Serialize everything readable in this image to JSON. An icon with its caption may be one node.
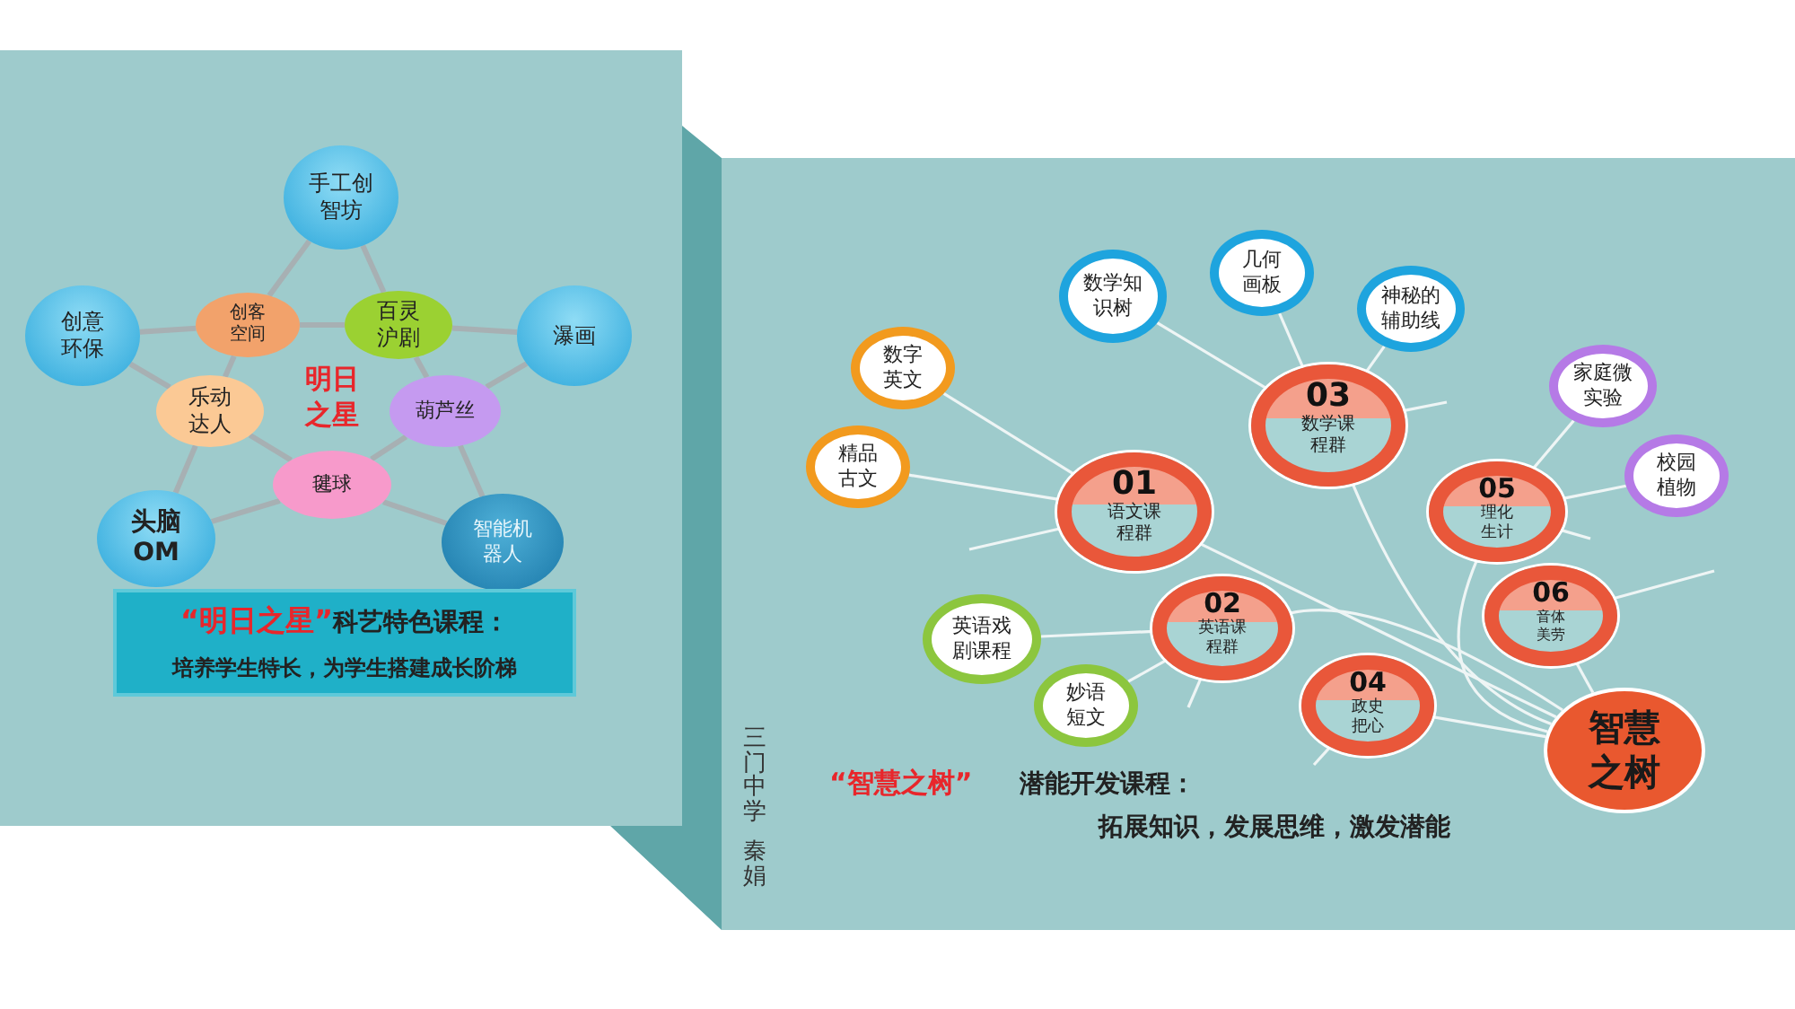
{
  "diagram": {
    "nodes": [
      {
        "text": [
          "手工创智坊"
        ]
      },
      {
        "text": [
          "创意环保"
        ]
      },
      {
        "text": [
          "创客空间"
        ]
      },
      {
        "text": [
          "百灵沪剧"
        ]
      },
      {
        "text": [
          "瀑画"
        ]
      },
      {
        "text": [
          "乐动达人"
        ]
      },
      {
        "text": [
          "葫芦丝"
        ]
      },
      {
        "text": [
          "毽球"
        ]
      },
      {
        "text": [
          "头脑OM"
        ]
      },
      {
        "text": [
          "智能机器人"
        ]
      },
      {
        "text": [
          "“明日之星”",
          "科艺特色课程：",
          "培养学生特长，为学生搭建成长阶梯"
        ]
      },
      {
        "text": [
          "01",
          "语文课程群"
        ]
      },
      {
        "text": [
          "02",
          "英语课程群"
        ]
      },
      {
        "text": [
          "03",
          "数学课程群"
        ]
      },
      {
        "text": [
          "04",
          "政史把心"
        ]
      },
      {
        "text": [
          "05",
          "理化生计"
        ]
      },
      {
        "text": [
          "06",
          "音体美劳"
        ]
      },
      {
        "text": [
          "智慧之树"
        ]
      },
      {
        "text": [
          "数字英文"
        ]
      },
      {
        "text": [
          "精品古文"
        ]
      },
      {
        "text": [
          "数学知识树"
        ]
      },
      {
        "text": [
          "几何画板"
        ]
      },
      {
        "text": [
          "神秘的辅助线"
        ]
      },
      {
        "text": [
          "家庭微实验"
        ]
      },
      {
        "text": [
          "校园植物"
        ]
      },
      {
        "text": [
          "英语戏剧课程"
        ]
      },
      {
        "text": [
          "妙语短文"
        ]
      }
    ],
    "edges": [
      {
        "from": 0,
        "to": 2,
        "arrow": "none"
      },
      {
        "from": 2,
        "to": 5,
        "arrow": "none"
      },
      {
        "from": 5,
        "to": 8,
        "arrow": "none"
      },
      {
        "from": 0,
        "to": 3,
        "arrow": "none"
      },
      {
        "from": 3,
        "to": 6,
        "arrow": "none"
      },
      {
        "from": 6,
        "to": 9,
        "arrow": "none"
      },
      {
        "from": 1,
        "to": 2,
        "arrow": "none"
      },
      {
        "from": 2,
        "to": 3,
        "arrow": "none"
      },
      {
        "from": 3,
        "to": 4,
        "arrow": "none"
      },
      {
        "from": 1,
        "to": 5,
        "arrow": "none"
      },
      {
        "from": 5,
        "to": 7,
        "arrow": "none"
      },
      {
        "from": 7,
        "to": 9,
        "arrow": "none"
      },
      {
        "from": 4,
        "to": 6,
        "arrow": "none"
      },
      {
        "from": 6,
        "to": 7,
        "arrow": "none"
      },
      {
        "from": 7,
        "to": 8,
        "arrow": "none"
      },
      {
        "from": 17,
        "to": 11,
        "arrow": "none"
      },
      {
        "from": 17,
        "to": 12,
        "arrow": "none"
      },
      {
        "from": 17,
        "to": 13,
        "arrow": "none"
      },
      {
        "from": 17,
        "to": 14,
        "arrow": "none"
      },
      {
        "from": 17,
        "to": 15,
        "arrow": "none"
      },
      {
        "from": 17,
        "to": 16,
        "arrow": "none"
      },
      {
        "from": 18,
        "to": 11,
        "arrow": "none"
      },
      {
        "from": 19,
        "to": 11,
        "arrow": "none"
      },
      {
        "from": 20,
        "to": 13,
        "arrow": "none"
      },
      {
        "from": 21,
        "to": 13,
        "arrow": "none"
      },
      {
        "from": 22,
        "to": 13,
        "arrow": "none"
      },
      {
        "from": 23,
        "to": 15,
        "arrow": "none"
      },
      {
        "from": 24,
        "to": 15,
        "arrow": "none"
      },
      {
        "from": 25,
        "to": 12,
        "arrow": "none"
      },
      {
        "from": 26,
        "to": 12,
        "arrow": "none"
      },
      {
        "from": 11,
        "to": null,
        "arrow": "none"
      },
      {
        "from": 13,
        "to": null,
        "arrow": "none"
      },
      {
        "from": 12,
        "to": null,
        "arrow": "none"
      },
      {
        "from": 14,
        "to": null,
        "arrow": "none"
      },
      {
        "from": 15,
        "to": null,
        "arrow": "none"
      },
      {
        "from": 16,
        "to": null,
        "arrow": "none"
      }
    ],
    "labels": [
      "明日之星",
      "“智慧之树”",
      "潜能开发课程：",
      "拓展知识，发展思维，激发潜能",
      "三门中学",
      "秦娟"
    ]
  }
}
